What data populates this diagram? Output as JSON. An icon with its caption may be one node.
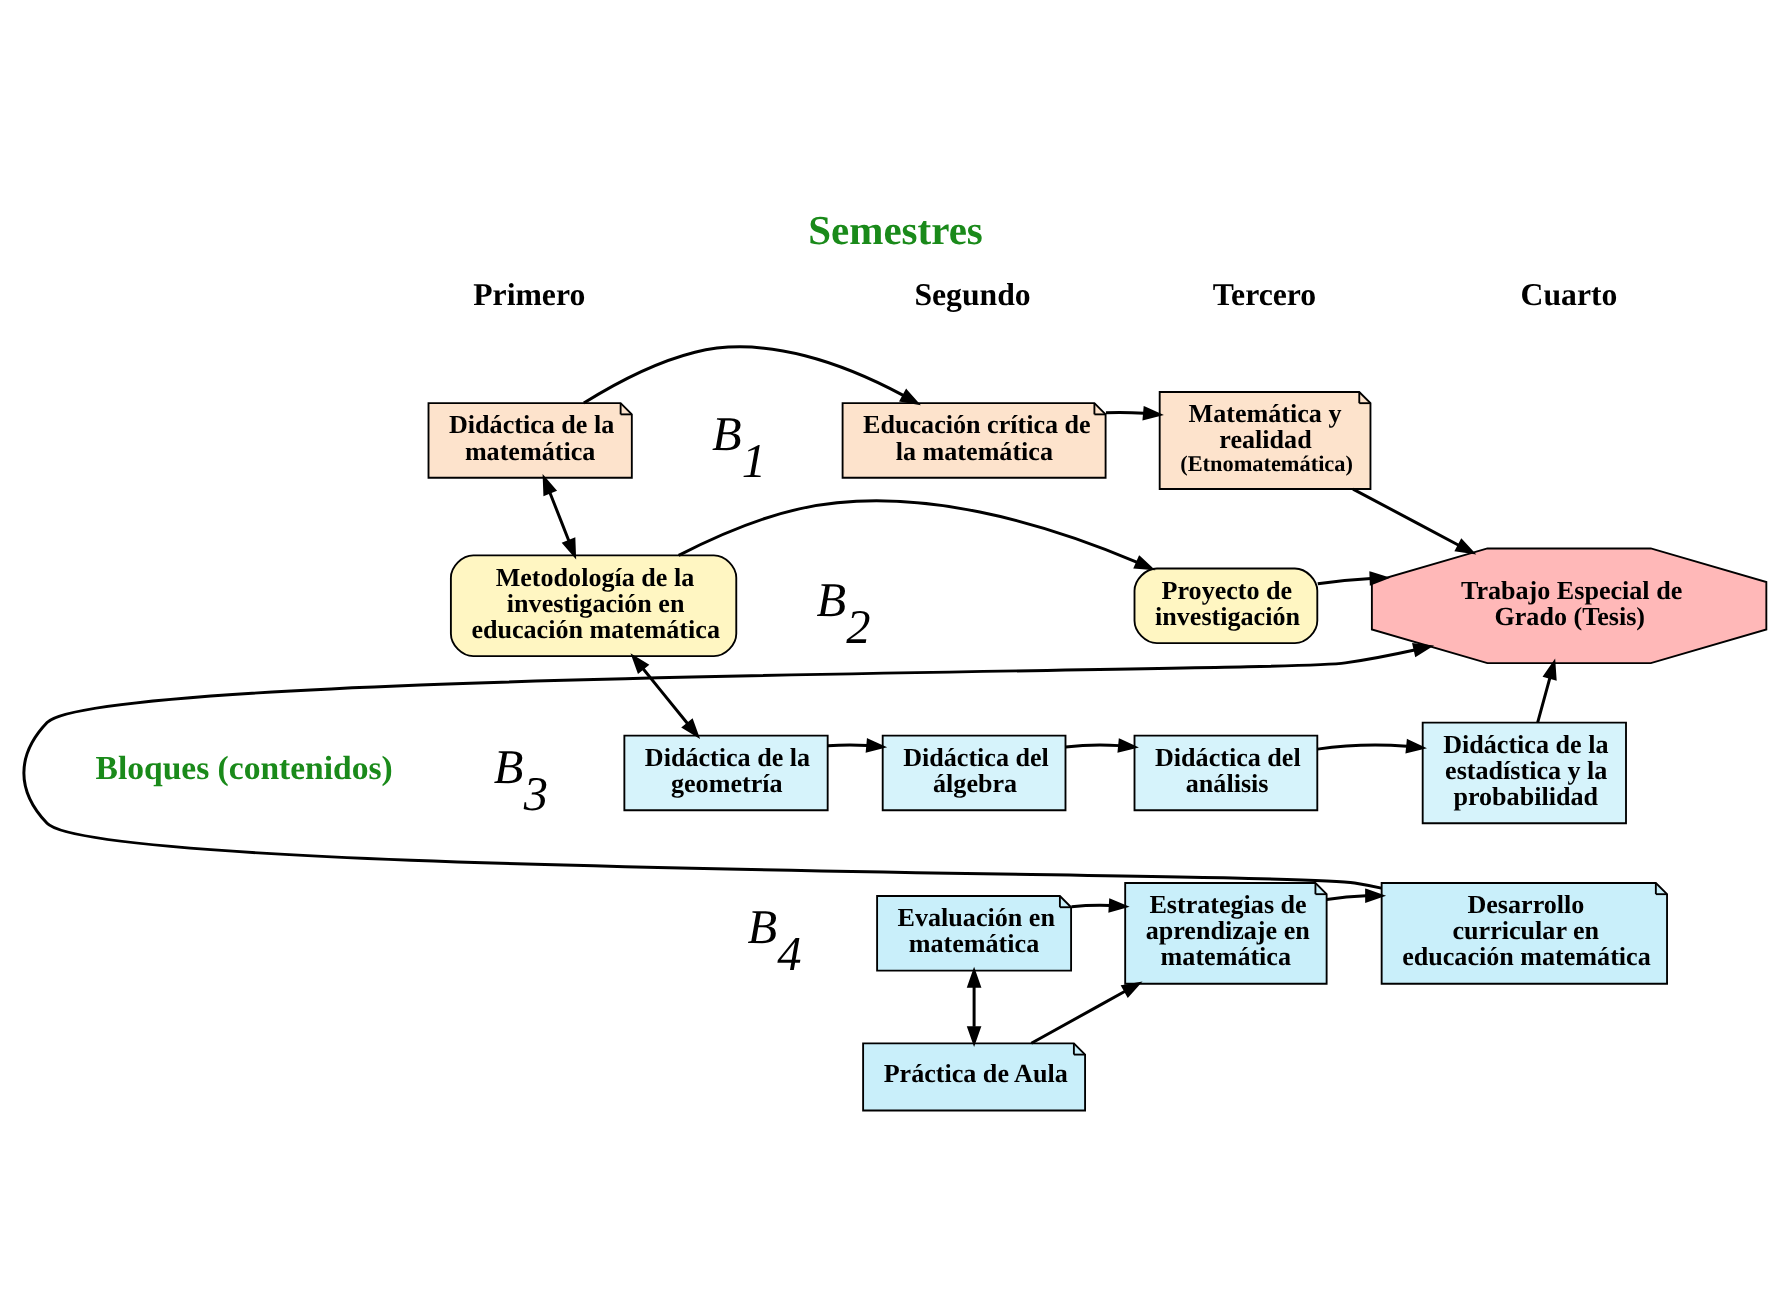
{
  "diagram": {
    "title": "Semestres",
    "nodes": [
      {
        "text": [
          "Didáctica de la matemática"
        ]
      },
      {
        "text": [
          "Educación crítica de la matemática"
        ]
      },
      {
        "text": [
          "Matemática y realidad",
          "(Etnomatemática)"
        ]
      },
      {
        "text": [
          "Metodología de la investigación en educación matemática"
        ]
      },
      {
        "text": [
          "Proyecto de investigación"
        ]
      },
      {
        "text": [
          "Trabajo Especial de Grado (Tesis)"
        ]
      },
      {
        "text": [
          "Didáctica de la geometría"
        ]
      },
      {
        "text": [
          "Didáctica del álgebra"
        ]
      },
      {
        "text": [
          "Didáctica del análisis"
        ]
      },
      {
        "text": [
          "Didáctica de la estadística y la probabilidad"
        ]
      },
      {
        "text": [
          "Evaluación en matemática"
        ]
      },
      {
        "text": [
          "Estrategias de aprendizaje en matemática"
        ]
      },
      {
        "text": [
          "Desarrollo curricular en educación matemática"
        ]
      },
      {
        "text": [
          "Práctica de Aula"
        ]
      }
    ],
    "edges": [
      {
        "from": 0,
        "to": 1,
        "arrow": "to"
      },
      {
        "from": 1,
        "to": 2,
        "arrow": "to"
      },
      {
        "from": 2,
        "to": 5,
        "arrow": "to"
      },
      {
        "from": 0,
        "to": 3,
        "arrow": "both"
      },
      {
        "from": 3,
        "to": 4,
        "arrow": "to"
      },
      {
        "from": 4,
        "to": 5,
        "arrow": "to"
      },
      {
        "from": 3,
        "to": 6,
        "arrow": "both"
      },
      {
        "from": 6,
        "to": 7,
        "arrow": "to"
      },
      {
        "from": 7,
        "to": 8,
        "arrow": "to"
      },
      {
        "from": 8,
        "to": 9,
        "arrow": "to"
      },
      {
        "from": 9,
        "to": 5,
        "arrow": "to"
      },
      {
        "from": 10,
        "to": 13,
        "arrow": "both"
      },
      {
        "from": 10,
        "to": 11,
        "arrow": "to"
      },
      {
        "from": 13,
        "to": 11,
        "arrow": "to"
      },
      {
        "from": 11,
        "to": 12,
        "arrow": "to"
      },
      {
        "from": 12,
        "to": 5,
        "arrow": "to"
      }
    ],
    "labels": [
      "Primero",
      "Segundo",
      "Tercero",
      "Cuarto",
      "B$_{1}$",
      "B$_{2}$",
      "B$_{3}$",
      "B$_{4}$",
      "Bloques (contenidos)"
    ]
  }
}
